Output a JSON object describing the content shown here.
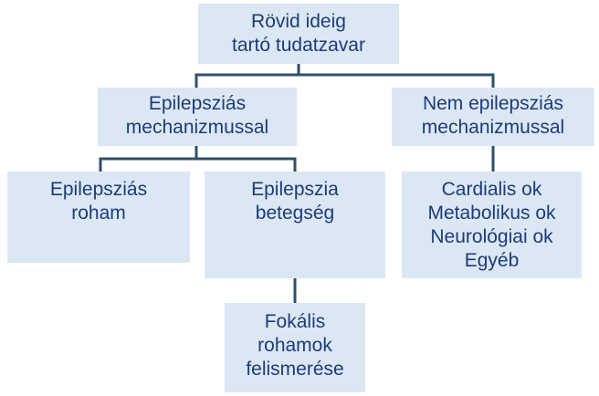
{
  "colors": {
    "box_fill": "#dbe8f4",
    "text": "#1f3a78",
    "connector": "#2e5068"
  },
  "nodes": {
    "root": {
      "lines": [
        "Rövid ideig",
        "tartó tudatzavar"
      ]
    },
    "epileptic_mechanism": {
      "lines": [
        "Epilepsziás",
        "mechanizmussal"
      ]
    },
    "non_epileptic_mechanism": {
      "lines": [
        "Nem epilepsziás",
        "mechanizmussal"
      ]
    },
    "epileptic_seizure": {
      "lines": [
        "Epilepsziás",
        "roham"
      ]
    },
    "epilepsy_disease": {
      "lines": [
        "Epilepszia",
        "betegség"
      ]
    },
    "other_causes": {
      "lines": [
        "Cardialis ok",
        "Metabolikus ok",
        "Neurológiai ok",
        "Egyéb"
      ]
    },
    "focal_recognition": {
      "lines": [
        "Fokális",
        "rohamok",
        "felismerése"
      ]
    }
  }
}
